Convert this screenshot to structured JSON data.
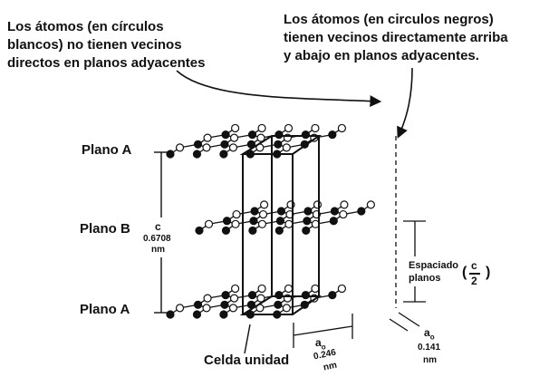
{
  "annotations": {
    "left_lines": [
      "Los átomos (en círculos",
      "blancos) no tienen vecinos",
      "directos en planos adyacentes"
    ],
    "right_lines": [
      "Los átomos (en circulos negros)",
      "tienen vecinos directamente arriba",
      "y abajo en planos adyacentes."
    ]
  },
  "planes": {
    "top": "Plano A",
    "middle": "Plano B",
    "bottom": "Plano A"
  },
  "dimensions": {
    "c_symbol": "c",
    "c_value": "0.6708",
    "c_unit": "nm",
    "spacing_line1": "Espaciado",
    "spacing_line2": "planos",
    "spacing_frac_num": "c",
    "spacing_frac_den": "2",
    "ao_label": "a",
    "ao_sub": "o",
    "ao_cell_value": "0.246",
    "ao_cell_unit": "nm",
    "ao_bond_value": "0.141",
    "ao_bond_unit": "nm"
  },
  "cell_label": "Celda unidad",
  "colors": {
    "black_atom": "#111111",
    "white_atom": "#ffffff",
    "line": "#111111"
  }
}
